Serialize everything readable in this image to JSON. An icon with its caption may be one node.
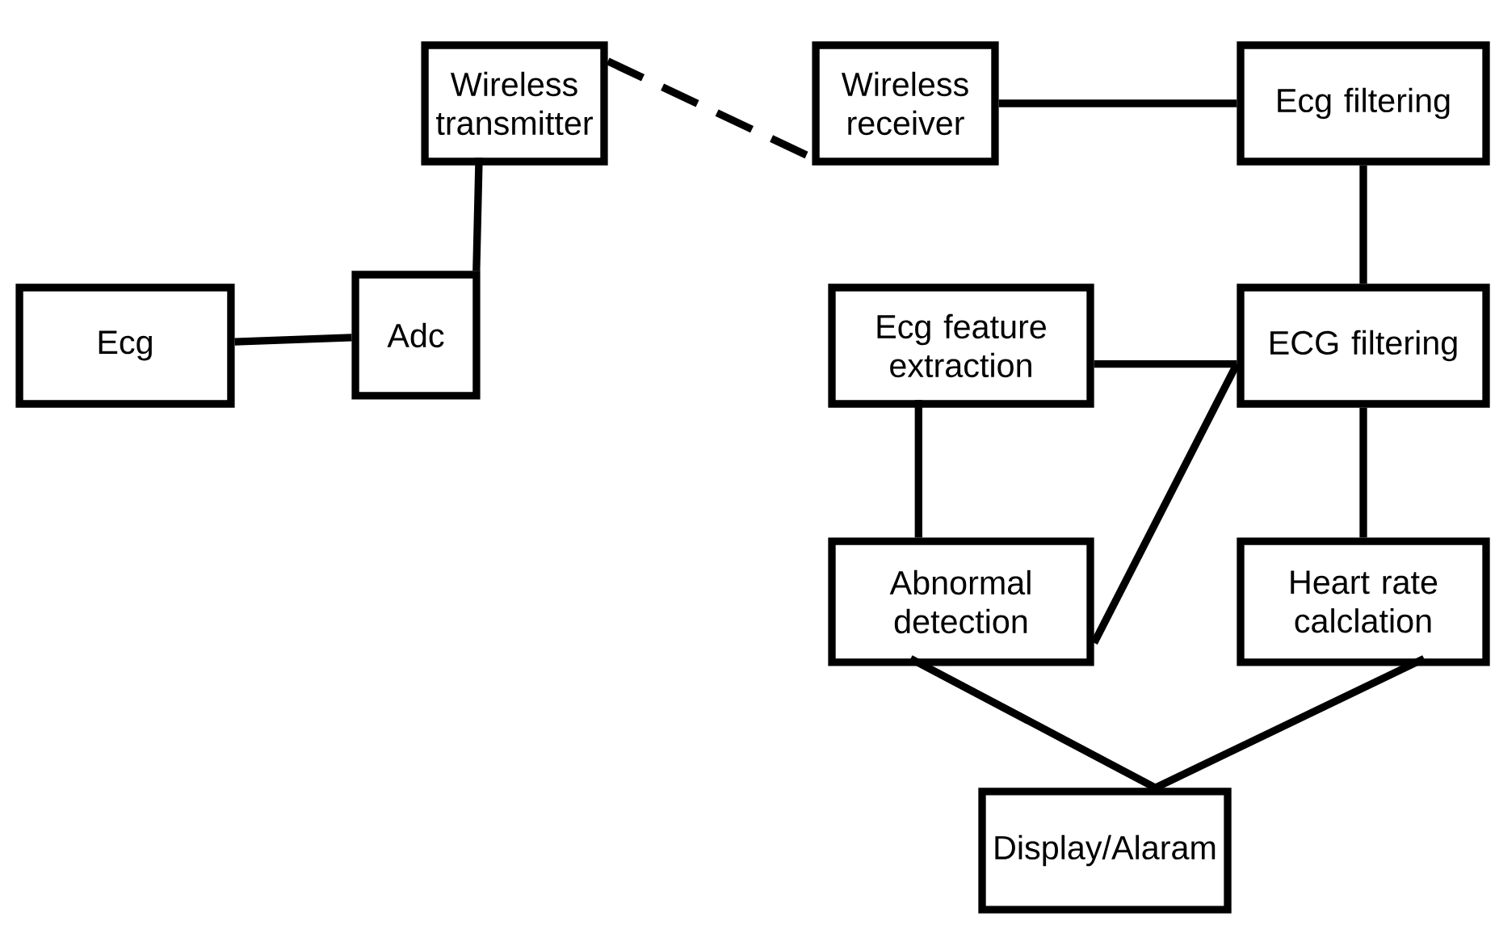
{
  "diagram": {
    "nodes": [
      {
        "text": [
          "Ecg"
        ]
      },
      {
        "text": [
          "Adc"
        ]
      },
      {
        "text": [
          "Wireless transmitter"
        ]
      },
      {
        "text": [
          "Wireless receiver"
        ]
      },
      {
        "text": [
          "Ecg filtering"
        ]
      },
      {
        "text": [
          "Ecg feature extraction"
        ]
      },
      {
        "text": [
          "ECG filtering"
        ]
      },
      {
        "text": [
          "Abnormal detection"
        ]
      },
      {
        "text": [
          "Heart rate calclation"
        ]
      },
      {
        "text": [
          "Display/Alaram"
        ]
      }
    ],
    "edges": [
      {
        "from": 0,
        "to": 1,
        "arrow": "none"
      },
      {
        "from": 1,
        "to": 2,
        "arrow": "none"
      },
      {
        "from": 2,
        "to": 3,
        "arrow": "none",
        "style": "dashed"
      },
      {
        "from": 3,
        "to": 4,
        "arrow": "none"
      },
      {
        "from": 4,
        "to": 6,
        "arrow": "none"
      },
      {
        "from": 5,
        "to": 6,
        "arrow": "none"
      },
      {
        "from": 7,
        "to": 6,
        "arrow": "none"
      },
      {
        "from": 5,
        "to": 7,
        "arrow": "none"
      },
      {
        "from": 6,
        "to": 8,
        "arrow": "none"
      },
      {
        "from": 7,
        "to": 9,
        "arrow": "none"
      },
      {
        "from": 8,
        "to": 9,
        "arrow": "none"
      }
    ]
  }
}
